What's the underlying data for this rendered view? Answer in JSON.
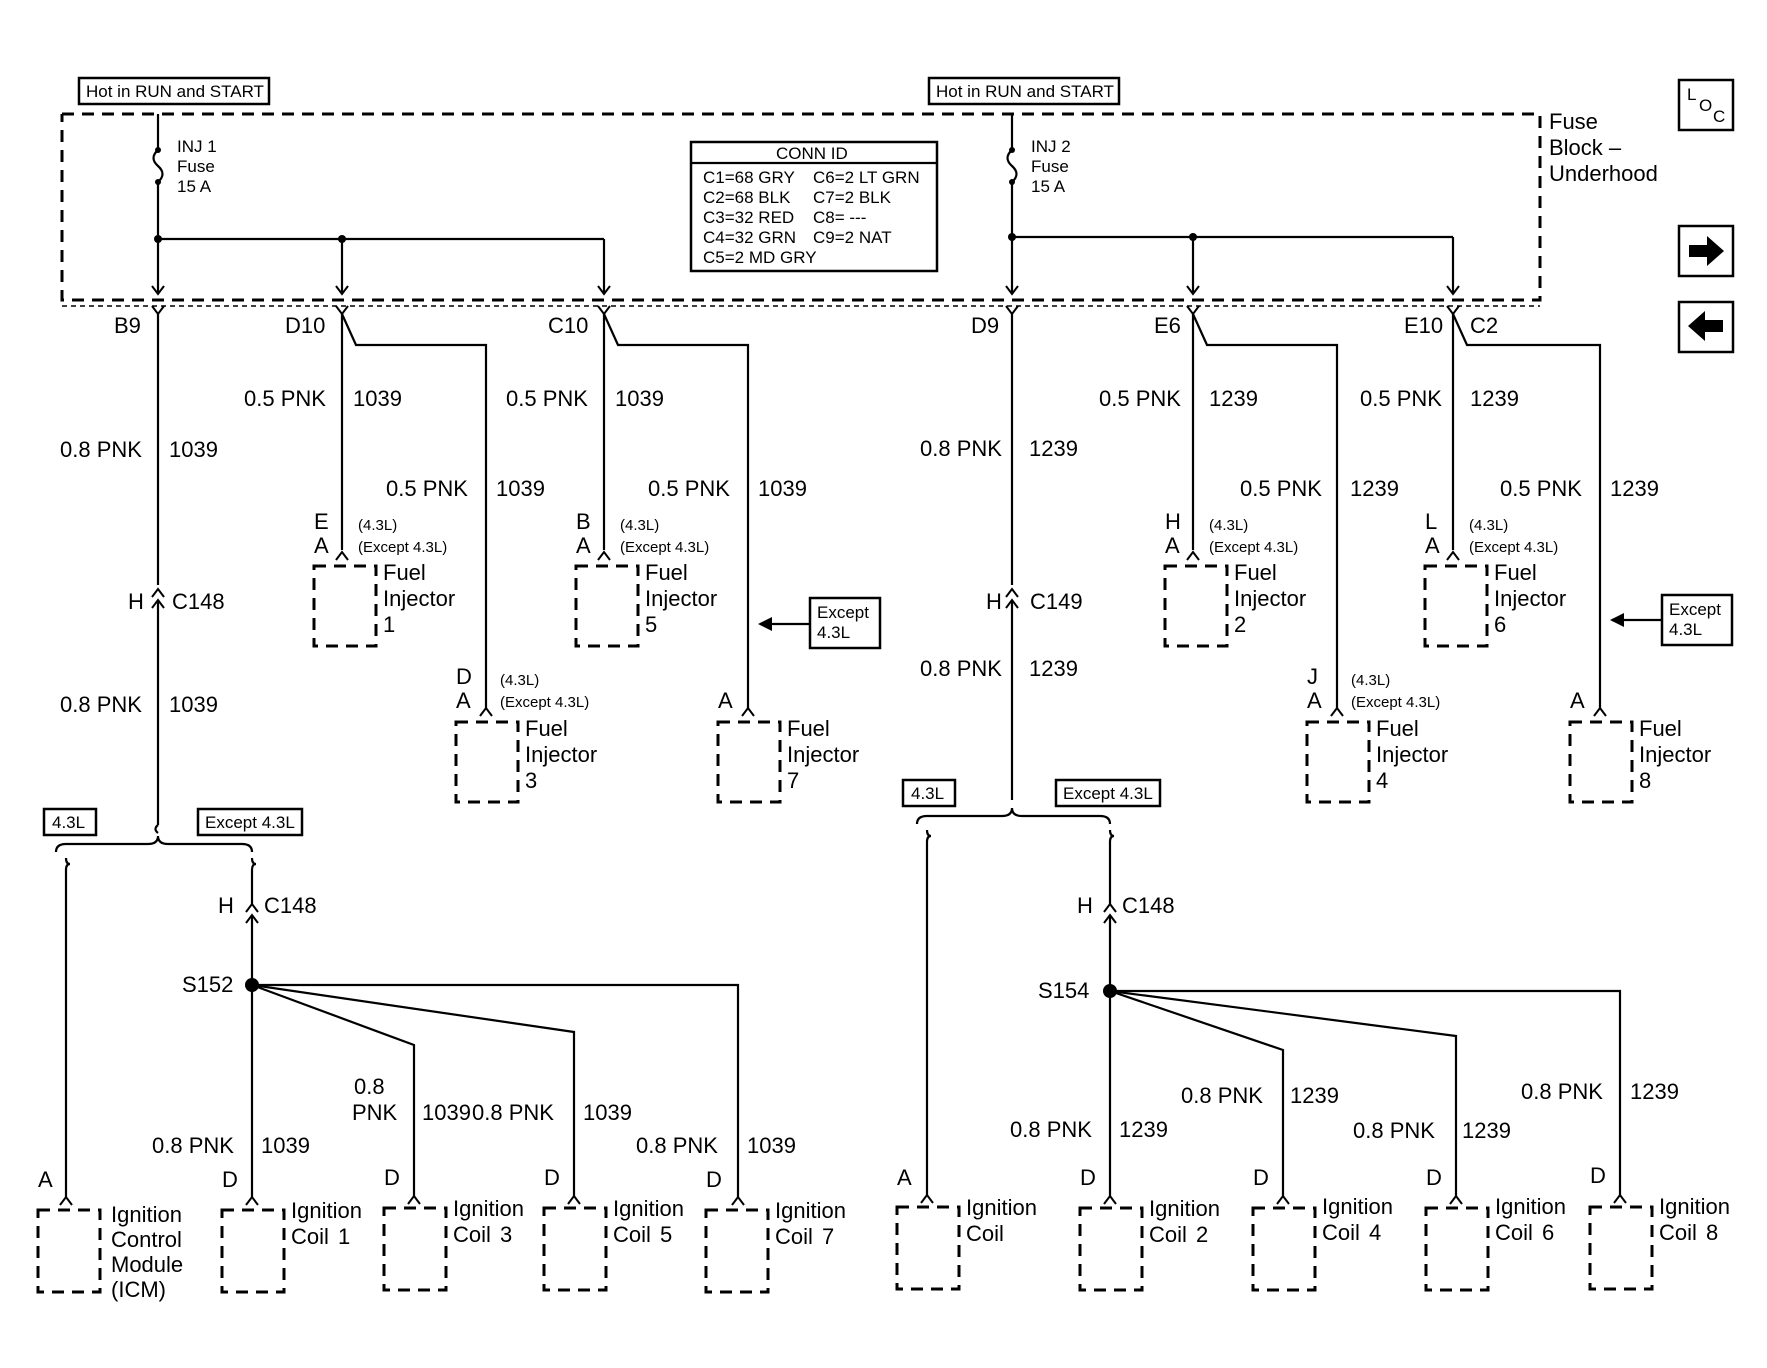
{
  "hot_labels": [
    "Hot in RUN and START",
    "Hot in RUN and START"
  ],
  "fuses": [
    {
      "name": "INJ 1",
      "word": "Fuse",
      "rating": "15 A"
    },
    {
      "name": "INJ 2",
      "word": "Fuse",
      "rating": "15 A"
    }
  ],
  "fuse_block": [
    "Fuse",
    "Block –",
    "Underhood"
  ],
  "conn_id": {
    "title": "CONN ID",
    "left": [
      "C1=68 GRY",
      "C2=68 BLK",
      "C3=32 RED",
      "C4=32 GRN",
      "C5=2 MD GRY"
    ],
    "right": [
      "C6=2 LT GRN",
      "C7=2 BLK",
      "C8= ---",
      "C9=2 NAT"
    ]
  },
  "loc_icon": {
    "l": "L",
    "o": "O",
    "c": "C"
  },
  "terminals": [
    "B9",
    "D10",
    "C10",
    "D9",
    "E6",
    "E10",
    "C2"
  ],
  "wire": {
    "pnk05": "0.5 PNK",
    "pnk08": "0.8 PNK",
    "pnk08_top": "0.8",
    "pnk_word": "PNK",
    "c1039": "1039",
    "c1239": "1239"
  },
  "connectors": {
    "c148": "C148",
    "c149": "C149",
    "h": "H"
  },
  "engine": {
    "v43": "4.3L",
    "paren43": "(4.3L)",
    "except": "(Except 4.3L)",
    "except_box": "Except 4.3L",
    "except_word": "Except"
  },
  "pins": {
    "A": "A",
    "B": "B",
    "D": "D",
    "E": "E",
    "H": "H",
    "J": "J",
    "L": "L"
  },
  "injector_words": [
    "Fuel",
    "Injector"
  ],
  "injector_numbers": [
    "1",
    "5",
    "3",
    "7",
    "2",
    "6",
    "4",
    "8"
  ],
  "splices": [
    "S152",
    "S154"
  ],
  "coil_words": {
    "ignition": "Ignition",
    "coil": "Coil"
  },
  "coil_numbers": [
    "1",
    "3",
    "5",
    "7",
    "2",
    "4",
    "6",
    "8"
  ],
  "icm": [
    "Ignition",
    "Control",
    "Module",
    "(ICM)"
  ]
}
